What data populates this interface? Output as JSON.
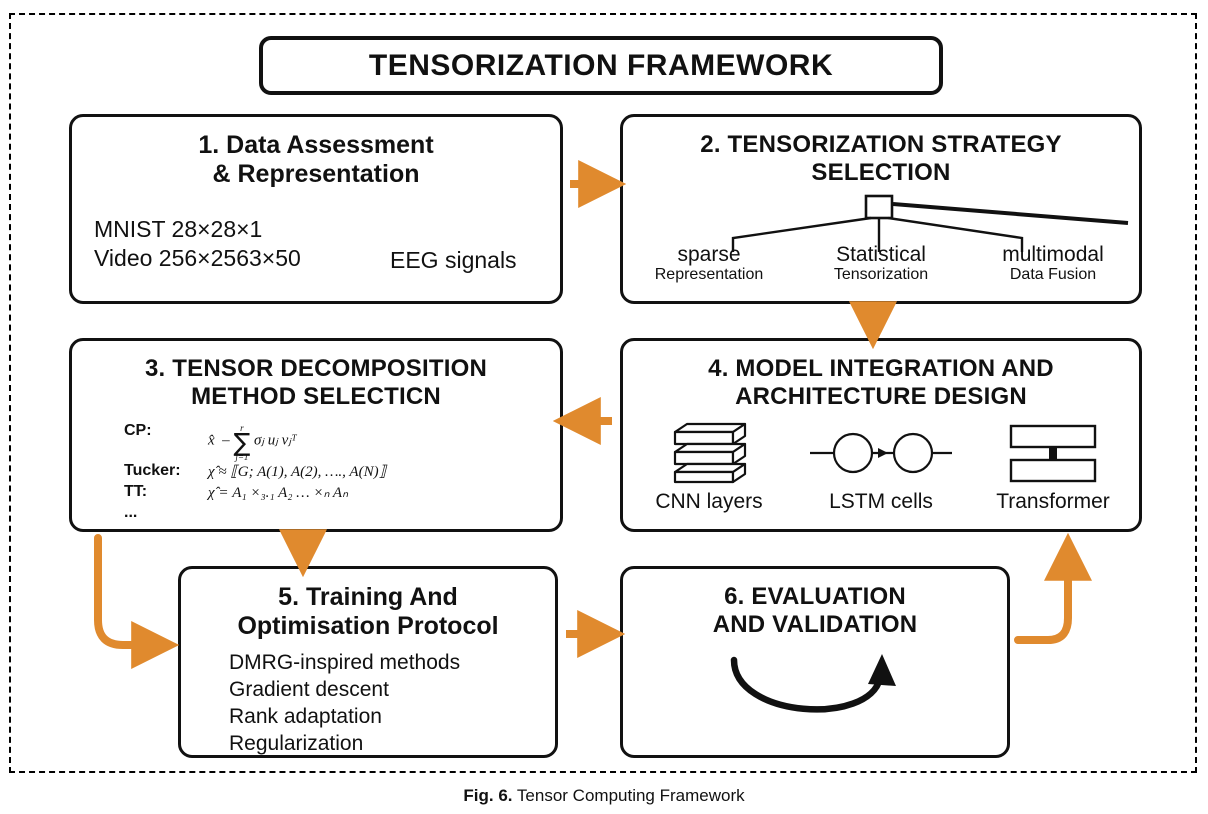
{
  "figure": {
    "title": "TENSORIZATION FRAMEWORK",
    "caption_label": "Fig. 6.",
    "caption_text": "Tensor Computing Framework",
    "accent_color": "#E08A2E",
    "line_color": "#111111"
  },
  "steps": [
    {
      "id": "step-1",
      "heading_line1": "1. Data Assessment",
      "heading_line2": "& Representation",
      "body": {
        "line1": "MNIST 28×28×1",
        "line2": "Video 256×2563×50",
        "aside": "EEG signals"
      }
    },
    {
      "id": "step-2",
      "heading_line1": "2. TENSORIZATION STRATEGY",
      "heading_line2": "SELECTION",
      "tree": {
        "root": "node",
        "branches": [
          {
            "label": "sparse",
            "sublabel": "Representation"
          },
          {
            "label": "Statistical",
            "sublabel": "Tensorization"
          },
          {
            "label": "multimodal",
            "sublabel": "Data Fusion"
          }
        ]
      }
    },
    {
      "id": "step-3",
      "heading_line1": "3. TENSOR DECOMPOSITION",
      "heading_line2": "METHOD SELECTICN",
      "formulas": [
        {
          "name": "CP:",
          "expr": "x̂",
          "kind": "cp",
          "sum_upper": "r",
          "sum_lower": "j=1",
          "terms": "σⱼ uⱼ vⱼᵀ"
        },
        {
          "name": "Tucker:",
          "expr": "χ̂ ≈ ⟦G; A(1), A(2), …., A(N)⟧"
        },
        {
          "name": "TT:",
          "expr": "χ̂ = A₁ ×₃.₁ A₂ … ×ₙ Aₙ"
        },
        {
          "name": "...",
          "expr": ""
        }
      ]
    },
    {
      "id": "step-4",
      "heading_line1": "4. MODEL INTEGRATION AND",
      "heading_line2": "ARCHITECTURE DESIGN",
      "icons": [
        {
          "icon": "stacked-layers-icon",
          "caption": "CNN layers"
        },
        {
          "icon": "lstm-cells-icon",
          "caption": "LSTM cells"
        },
        {
          "icon": "transformer-blocks-icon",
          "caption": "Transformer"
        }
      ]
    },
    {
      "id": "step-5",
      "heading_line1": "5. Training And",
      "heading_line2": "Optimisation Protocol",
      "items": [
        "DMRG-inspired methods",
        "Gradient descent",
        "Rank adaptation",
        "Regularization"
      ]
    },
    {
      "id": "step-6",
      "heading_line1": "6. EVALUATION",
      "heading_line2": "AND VALIDATION",
      "icon": "curved-feedback-arrow-icon"
    }
  ],
  "connectors": [
    {
      "name": "arrow-1-to-2",
      "direction": "right"
    },
    {
      "name": "arrow-2-to-4",
      "direction": "down"
    },
    {
      "name": "arrow-4-to-3",
      "direction": "left"
    },
    {
      "name": "arrow-3-to-5",
      "direction": "down"
    },
    {
      "name": "arrow-3-loop-to-5",
      "direction": "elbow-down-right"
    },
    {
      "name": "arrow-5-to-6",
      "direction": "right"
    },
    {
      "name": "arrow-6-to-4",
      "direction": "elbow-right-up"
    }
  ]
}
